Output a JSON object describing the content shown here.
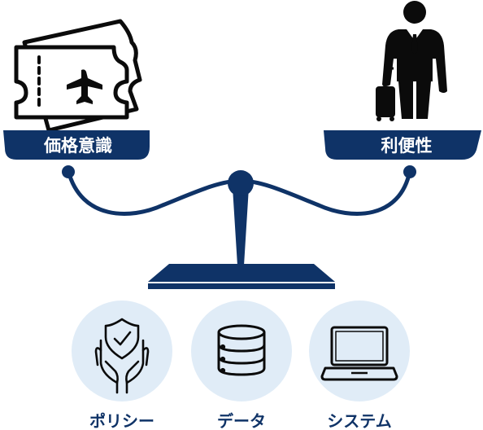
{
  "left_pan": {
    "label": "価格意識",
    "icon": "airline-ticket-icon"
  },
  "right_pan": {
    "label": "利便性",
    "icon": "businessman-with-suitcase-icon"
  },
  "pillars": [
    {
      "label": "ポリシー",
      "icon": "hands-shield-check-icon"
    },
    {
      "label": "データ",
      "icon": "database-icon"
    },
    {
      "label": "システム",
      "icon": "laptop-icon"
    }
  ],
  "colors": {
    "navy": "#0f3367",
    "circle_fill": "#e0ecf7",
    "icon_ink": "#0b0b0b",
    "label_text": "#ffffff",
    "caption_text": "#0f3367"
  }
}
